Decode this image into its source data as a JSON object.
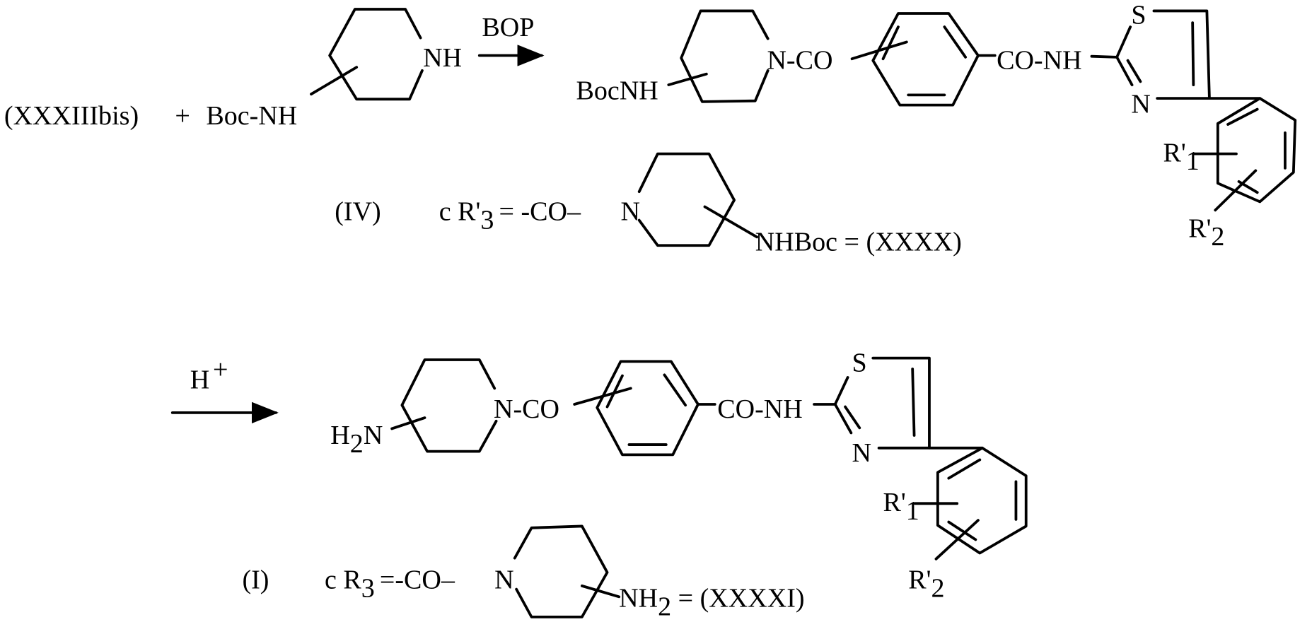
{
  "reaction_1": {
    "reactant": "(XXXIIIbis)",
    "plus": "+",
    "amine_substituent": "Boc-NH",
    "amine_nh": "NH",
    "reagent": "BOP"
  },
  "product_iv": {
    "substituent": "BocNH",
    "amide_1": "N-CO",
    "amide_2": "CO-NH",
    "sulfur": "S",
    "nitrogen": "N",
    "r1": "R'",
    "r1_sub": "1",
    "r2": "R'",
    "r2_sub": "2"
  },
  "definition_iv": {
    "label": "(IV)",
    "prefix": "c R'",
    "prefix_sub": "3",
    "equals": "= -CO–",
    "nitrogen": "N",
    "tail": "NHBoc = (XXXX)"
  },
  "reaction_2": {
    "reagent": "H",
    "reagent_sup": "+"
  },
  "product_i": {
    "substituent": "H",
    "substituent_sub": "2",
    "substituent_n": "N",
    "amide_1": "N-CO",
    "amide_2": "CO-NH",
    "sulfur": "S",
    "nitrogen": "N",
    "r1": "R'",
    "r1_sub": "1",
    "r2": "R'",
    "r2_sub": "2"
  },
  "definition_i": {
    "label": "(I)",
    "prefix": "c R",
    "prefix_sub": "3",
    "equals": "=-CO–",
    "nitrogen": "N",
    "tail": "NH",
    "tail_sub": "2",
    "tail_rest": " = (XXXXI)"
  }
}
